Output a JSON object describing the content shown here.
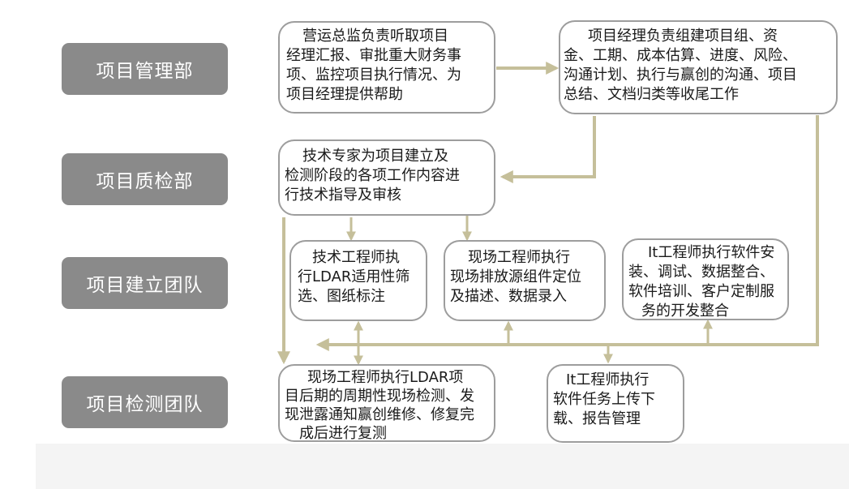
{
  "departments": [
    {
      "label": "项目管理部"
    },
    {
      "label": "项目质检部"
    },
    {
      "label": "项目建立团队"
    },
    {
      "label": "项目检测团队"
    }
  ],
  "boxes": {
    "ops_director": {
      "lines": [
        "营运总监负责听取项目",
        "经理汇报、审批重大财务事",
        "项、监控项目执行情况、为",
        "项目经理提供帮助"
      ]
    },
    "project_manager": {
      "lines": [
        "项目经理负责组建项目组、资",
        "金、工期、成本估算、进度、风险、",
        "沟通计划、执行与赢创的沟通、项目",
        "总结、文档归类等收尾工作"
      ]
    },
    "tech_expert": {
      "lines": [
        "技术专家为项目建立及",
        "检测阶段的各项工作内容进",
        "行技术指导及审核"
      ]
    },
    "tech_engineer": {
      "lines": [
        "技术工程师执",
        "行LDAR适用性筛",
        "选、图纸标注"
      ]
    },
    "field_engineer_setup": {
      "lines": [
        "现场工程师执行",
        "现场排放源组件定位",
        "及描述、数据录入"
      ]
    },
    "it_engineer_setup": {
      "lines": [
        "It工程师执行软件安",
        "装、调试、数据整合、",
        "软件培训、客户定制服",
        "务的开发整合"
      ]
    },
    "field_engineer_detect": {
      "lines": [
        "现场工程师执行LDAR项",
        "目后期的周期性现场检测、发",
        "现泄露通知赢创维修、修复完",
        "成后进行复测"
      ]
    },
    "it_engineer_detect": {
      "lines": [
        "It工程师执行",
        "软件任务上传下",
        "载、报告管理"
      ]
    }
  },
  "colors": {
    "arrow": "#c5bf9a",
    "department": "#8a8a8a",
    "box_border": "#9d9d9d"
  }
}
